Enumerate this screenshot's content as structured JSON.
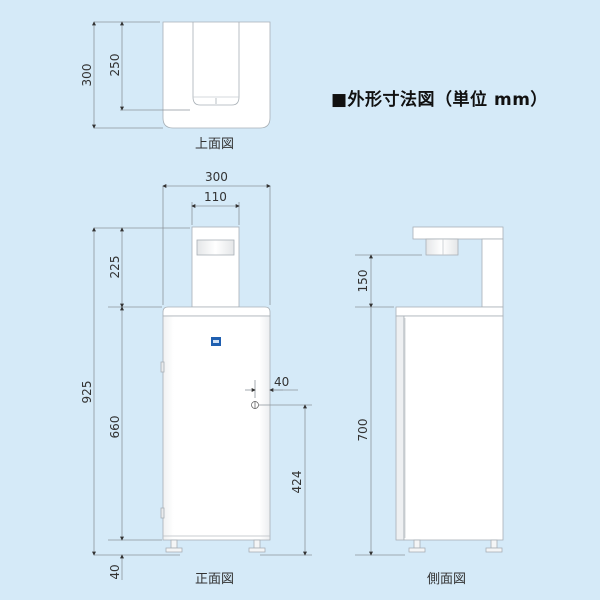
{
  "title": "■外形寸法図（単位 mm）",
  "views": {
    "top": {
      "caption": "上面図",
      "dimensions": {
        "depth_total": "300",
        "depth_inner": "250"
      }
    },
    "front": {
      "caption": "正面図",
      "dimensions": {
        "width_total": "300",
        "width_tower": "110",
        "height_tower": "225",
        "height_total": "925",
        "height_body": "660",
        "height_feet": "40",
        "outlet_offset": "40",
        "outlet_height": "424"
      }
    },
    "side": {
      "caption": "側面図",
      "dimensions": {
        "height_tower": "150",
        "height_body": "700"
      }
    }
  },
  "colors": {
    "background": "#d5eaf8",
    "body": "#ffffff",
    "outline": "#9aa3ab",
    "logo": "#1f5fb0"
  }
}
